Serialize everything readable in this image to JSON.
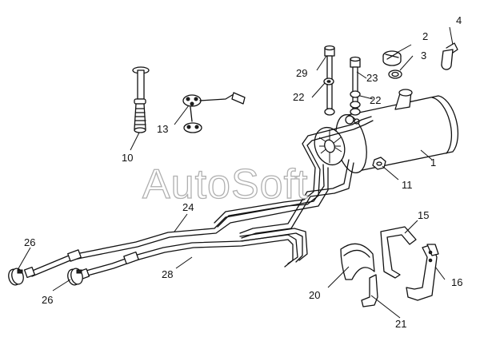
{
  "watermark": "AutoSoft",
  "callouts": {
    "p1": "1",
    "p2": "2",
    "p3": "3",
    "p4": "4",
    "p10": "10",
    "p11": "11",
    "p13": "13",
    "p15": "15",
    "p16": "16",
    "p20": "20",
    "p21": "21",
    "p22a": "22",
    "p22b": "22",
    "p23": "23",
    "p24": "24",
    "p26a": "26",
    "p26b": "26",
    "p28": "28",
    "p29": "29"
  }
}
